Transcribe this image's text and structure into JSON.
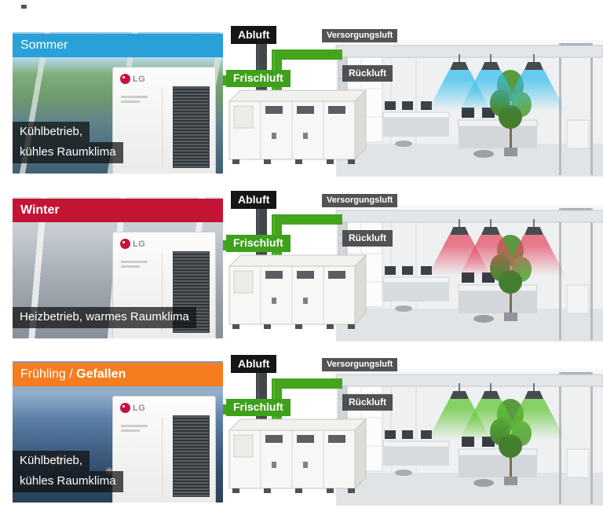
{
  "rows": [
    {
      "banner": {
        "text": "Sommer",
        "bold_text": "",
        "color": "#2aa0d8"
      },
      "photo_alt": "Aerial summer city view with highway interchange, river and green trees",
      "unit_brand": "LG",
      "caption_line1": "Kühlbetrieb,",
      "caption_line2": "kühles Raumklima",
      "labels": {
        "abluft": "Abluft",
        "frischluft": "Frischluft",
        "versorgungsluft": "Versorgungsluft",
        "rueckluft": "Rückluft"
      },
      "cone_color": "#33bdec"
    },
    {
      "banner": {
        "text": "",
        "bold_text": "Winter",
        "color": "#c41434"
      },
      "photo_alt": "Aerial winter city view in gray tones with highway interchange",
      "unit_brand": "LG",
      "caption_line1": "Heizbetrieb, warmes Raumklima",
      "labels": {
        "abluft": "Abluft",
        "frischluft": "Frischluft",
        "versorgungsluft": "Versorgungsluft",
        "rueckluft": "Rückluft"
      },
      "cone_color": "#e44a64"
    },
    {
      "banner": {
        "text": "Frühling / ",
        "bold_text": "Gefallen",
        "color": "#f57d20"
      },
      "photo_alt": "City skyline at dusk in blue tones with lights",
      "unit_brand": "LG",
      "caption_line1": "Kühlbetrieb,",
      "caption_line2": "kühles Raumklima",
      "labels": {
        "abluft": "Abluft",
        "frischluft": "Frischluft",
        "versorgungsluft": "Versorgungsluft",
        "rueckluft": "Rückluft"
      },
      "cone_color": "#5fc531"
    }
  ],
  "palette": {
    "frischluft_green": "#3ea11b",
    "abluft_black": "#161616",
    "duct_label_gray": "#444648",
    "lg_red": "#c7133e"
  }
}
